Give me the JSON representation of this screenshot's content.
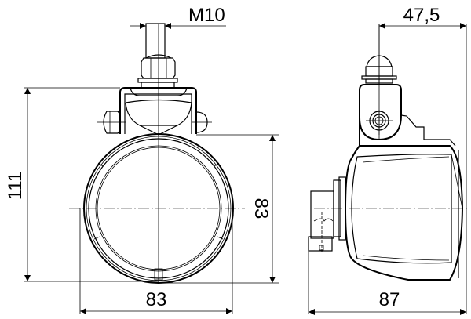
{
  "drawing": {
    "type": "technical-dimension-drawing",
    "views": [
      "front-view",
      "side-view"
    ],
    "colors": {
      "line": "#000000",
      "background": "#ffffff",
      "centerline": "#555555"
    }
  },
  "dimensions": {
    "thread": "M10",
    "side_depth_bracket": "47,5",
    "overall_height": "111",
    "lens_height": "83",
    "front_width": "83",
    "side_depth": "87"
  }
}
